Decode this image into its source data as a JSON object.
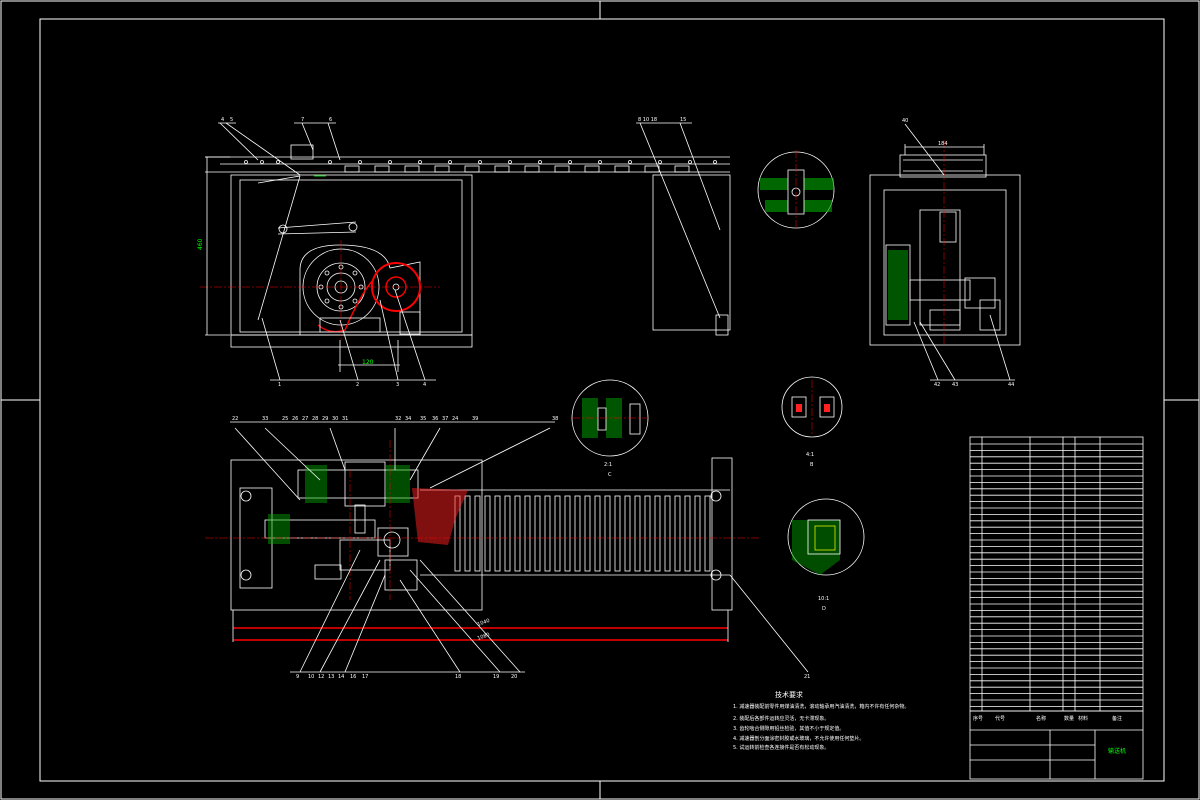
{
  "drawing": {
    "notes_title": "技术要求",
    "notes": [
      "1. 减速器装配前零件用煤油清洗，滚动轴承用汽油清洗，箱内不许有任何杂物。",
      "2. 装配后各部件运转应灵活，无卡滞现象。",
      "3. 齿轮啮合侧隙用铅丝检验，其值不小于规定值。",
      "4. 减速器剖分面涂密封胶或水玻璃，不允许使用任何垫片。",
      "5. 试运转前检查各连接件是否有松动现象。"
    ],
    "detail_labels": [
      {
        "id": "detail-C",
        "scale": "2:1",
        "letter": "C"
      },
      {
        "id": "detail-B",
        "scale": "4:1",
        "letter": "B"
      },
      {
        "id": "detail-D",
        "scale": "10:1",
        "letter": "D"
      }
    ],
    "dimensions": {
      "height_front": "460",
      "width_small": "120",
      "length_1": "1040",
      "length_2": "1080",
      "side_top": "184"
    },
    "top_leaders": [
      "4",
      "5",
      "7",
      "6",
      "8 10 18",
      "15"
    ],
    "bottom_leaders_front": [
      "1",
      "2",
      "3",
      "4"
    ],
    "plan_top_leaders": [
      "22",
      "33",
      "25",
      "26",
      "27",
      "28",
      "29",
      "30",
      "31",
      "32",
      "34",
      "35",
      "36",
      "37",
      "24",
      "39",
      "38"
    ],
    "plan_bottom_leaders": [
      "9",
      "10",
      "12",
      "13",
      "14",
      "16",
      "17",
      "18",
      "19",
      "20",
      "21"
    ],
    "side_leaders": [
      "40",
      "42",
      "43",
      "44"
    ],
    "title_block": {
      "headers": [
        "序号",
        "代号",
        "名称",
        "数量",
        "材料",
        "备注"
      ],
      "drawing_name": "输送机"
    }
  },
  "colors": {
    "background": "#000000",
    "outline": "#ffffff",
    "highlight": "#ff0000",
    "hatch": "#00ff00",
    "centerline": "#ff0000"
  }
}
